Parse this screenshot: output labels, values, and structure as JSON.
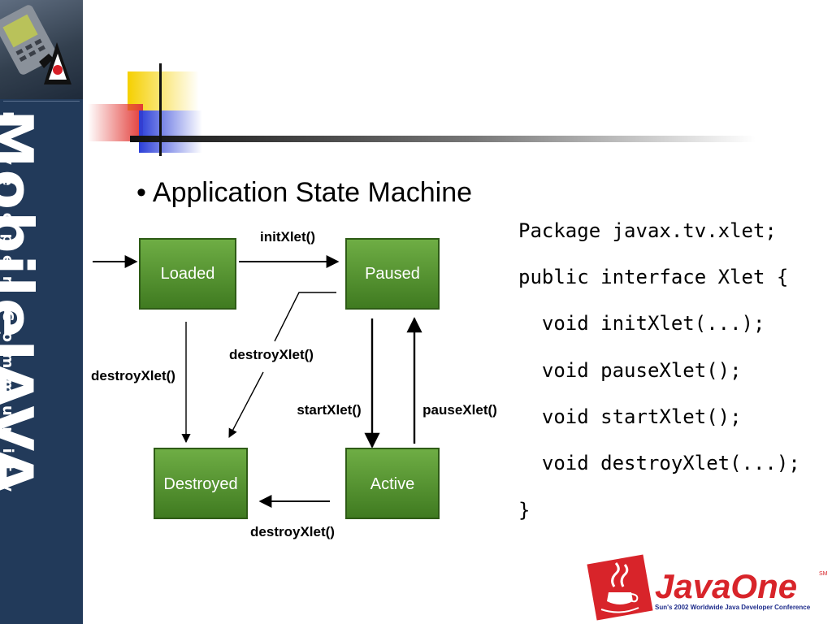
{
  "sidebar": {
    "brand_title": "MobileJAVA",
    "brand_subtitle": "Developer Community"
  },
  "slide": {
    "bullet": "Application State Machine"
  },
  "diagram": {
    "states": [
      "Loaded",
      "Paused",
      "Destroyed",
      "Active"
    ],
    "transitions": {
      "loaded_to_paused": "initXlet()",
      "loaded_to_destroyed": "destroyXlet()",
      "paused_to_destroyed": "destroyXlet()",
      "paused_to_active": "startXlet()",
      "active_to_paused": "pauseXlet()",
      "active_to_destroyed": "destroyXlet()"
    },
    "colors": {
      "state_fill": "#4e8a2c",
      "state_border": "#2e5b16"
    }
  },
  "code": {
    "lines": [
      "Package javax.tv.xlet;",
      "public interface Xlet {",
      "  void initXlet(...);",
      "  void pauseXlet();",
      "  void startXlet();",
      "  void destroyXlet(...);",
      "}"
    ]
  },
  "footer_logo": {
    "name": "JavaOne",
    "trademark": "SM",
    "tagline": "Sun's 2002 Worldwide Java Developer Conference"
  },
  "colors": {
    "sidebar": "#223a5a",
    "deco_yellow": "#f5d000",
    "deco_red": "#e23a36",
    "deco_blue": "#2a3ed8",
    "javaone_red": "#d8242a"
  }
}
